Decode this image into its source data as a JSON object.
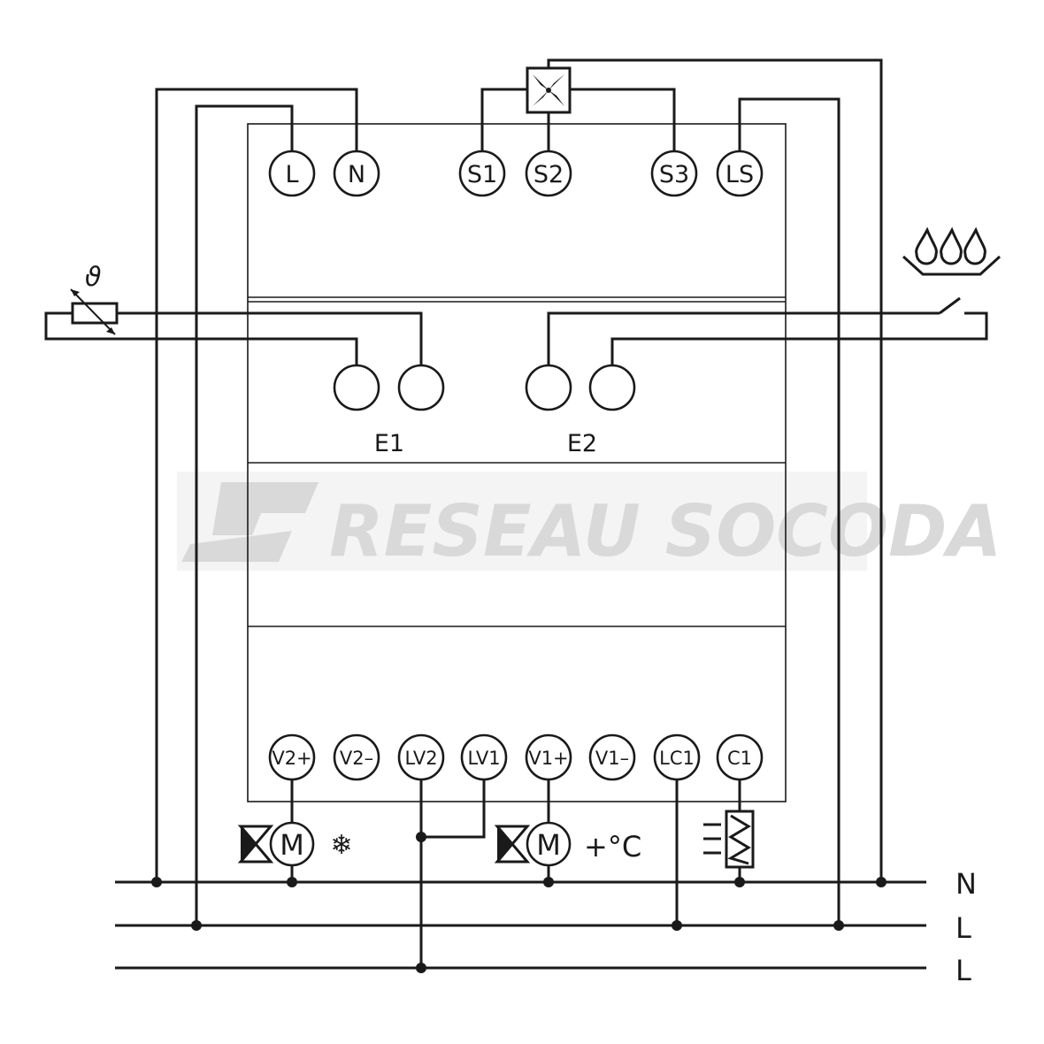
{
  "terminals_top": {
    "L": "L",
    "N": "N",
    "S1": "S1",
    "S2": "S2",
    "S3": "S3",
    "LS": "LS"
  },
  "terminals_bottom": {
    "V2plus": "V2+",
    "V2minus": "V2–",
    "LV2": "LV2",
    "LV1": "LV1",
    "V1plus": "V1+",
    "V1minus": "V1–",
    "LC1": "LC1",
    "C1": "C1"
  },
  "inputs": {
    "e1": "E1",
    "e2": "E2"
  },
  "symbols": {
    "motor": "M",
    "theta": "ϑ",
    "heating": "+°C",
    "cooling": "❄"
  },
  "rails": {
    "n": "N",
    "l1": "L",
    "l2": "L"
  },
  "watermark": {
    "text": "RESEAU SOCODA"
  },
  "icons": [
    "fan-icon",
    "temperature-sensor-icon",
    "condensation-switch-icon",
    "valve-actuator-icon",
    "snowflake-icon",
    "electric-heater-icon"
  ],
  "colors": {
    "line": "#1a1a1a",
    "watermark": "#d9d9d9",
    "background": "#ffffff"
  }
}
